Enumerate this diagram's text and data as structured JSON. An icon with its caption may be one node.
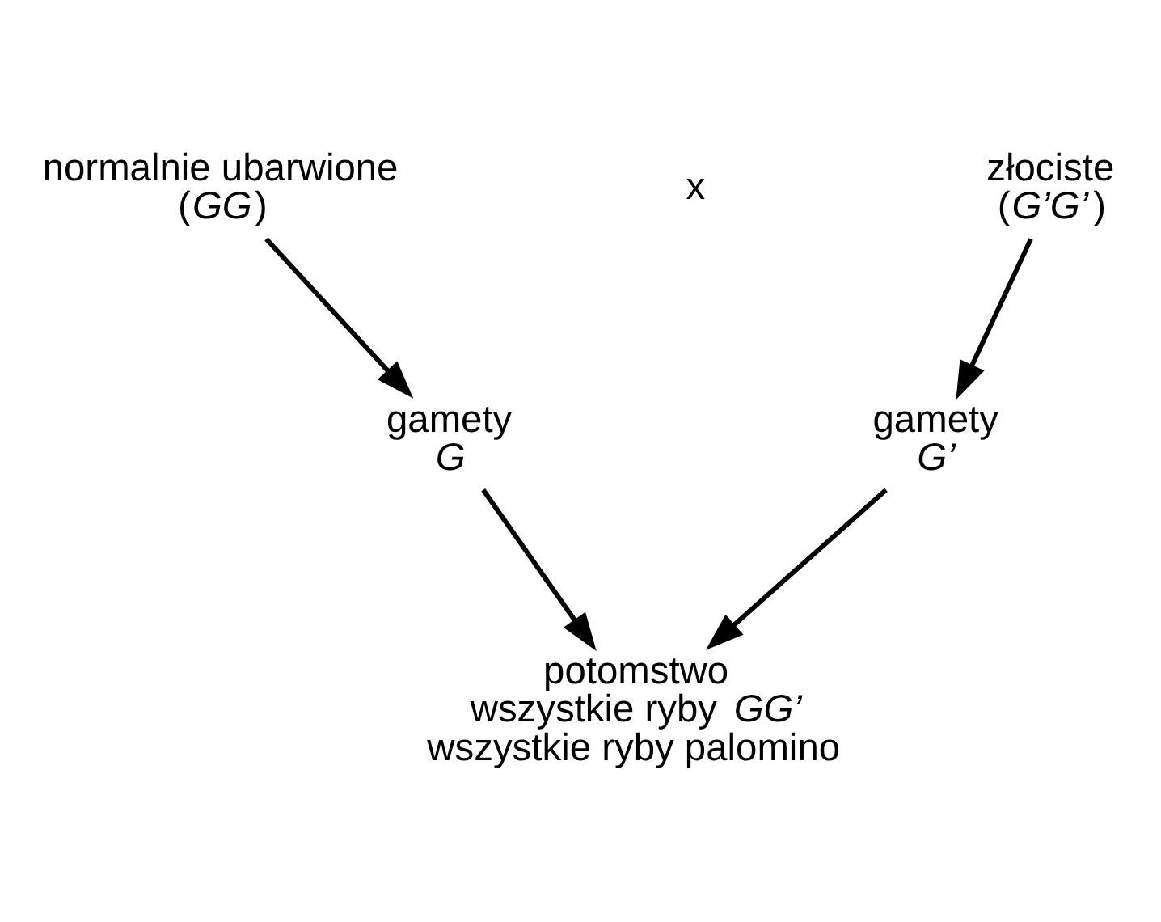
{
  "diagram": {
    "nodes": [
      {
        "text": [
          "normalnie ubarwione",
          "(*GG*)"
        ]
      },
      {
        "text": [
          "gamety",
          "*G*"
        ]
      },
      {
        "text": [
          "złociste",
          "(*G’G’*)"
        ]
      },
      {
        "text": [
          "gamety",
          "*G’*"
        ]
      },
      {
        "text": [
          "potomstwo",
          "wszystkie ryby *GG’*",
          "wszystkie ryby palomino"
        ]
      }
    ],
    "edges": [
      {
        "from": 0,
        "to": 1,
        "arrow": "to"
      },
      {
        "from": 2,
        "to": 3,
        "arrow": "to"
      },
      {
        "from": 1,
        "to": 4,
        "arrow": "to"
      },
      {
        "from": 3,
        "to": 4,
        "arrow": "to"
      }
    ],
    "labels": [
      "x"
    ]
  }
}
